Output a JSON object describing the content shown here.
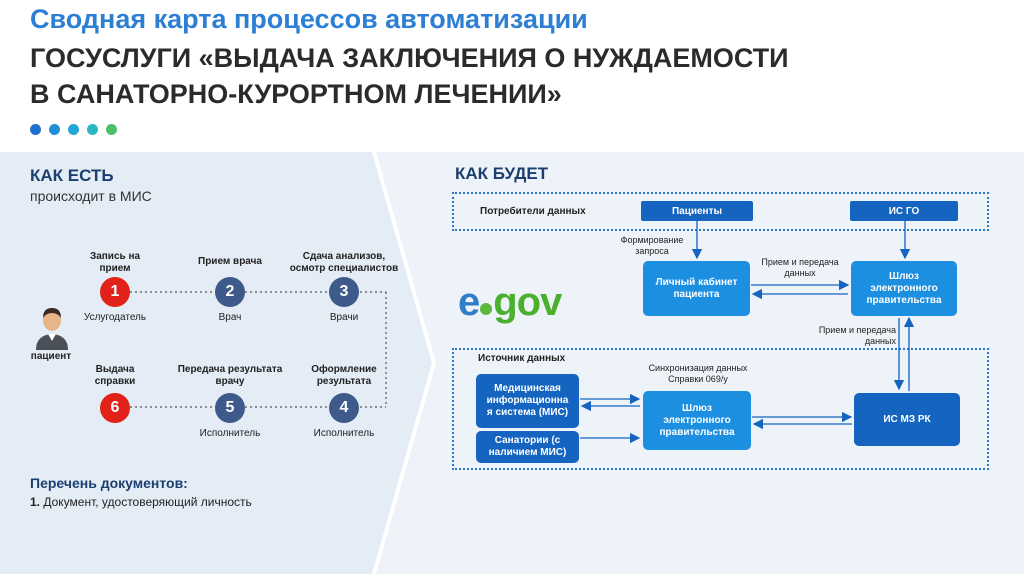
{
  "header": {
    "title_line1": "Сводная карта процессов автоматизации",
    "title_line2": "ГОСУСЛУГИ «ВЫДАЧА ЗАКЛЮЧЕНИЯ О НУЖДАЕМОСТИ",
    "title_line3": "В САНАТОРНО-КУРОРТНОМ ЛЕЧЕНИИ»",
    "dot_colors": [
      "#1e6fd0",
      "#1e8fd8",
      "#22a8d8",
      "#2ab8c0",
      "#4cbf6a"
    ]
  },
  "as_is": {
    "title": "КАК ЕСТЬ",
    "subtitle": "происходит в МИС",
    "actor": "пациент",
    "steps": [
      {
        "num": "1",
        "label_a": "Запись на",
        "label_b": "прием",
        "role": "Услугодатель",
        "color": "red"
      },
      {
        "num": "2",
        "label_a": "Прием врача",
        "label_b": "",
        "role": "Врач",
        "color": "blue"
      },
      {
        "num": "3",
        "label_a": "Сдача анализов,",
        "label_b": "осмотр специалистов",
        "role": "Врачи",
        "color": "blue"
      },
      {
        "num": "4",
        "label_a": "Оформление",
        "label_b": "результата",
        "role": "Исполнитель",
        "color": "blue"
      },
      {
        "num": "5",
        "label_a": "Передача результата",
        "label_b": "врачу",
        "role": "Исполнитель",
        "color": "blue"
      },
      {
        "num": "6",
        "label_a": "Выдача",
        "label_b": "справки",
        "role": "",
        "color": "red"
      }
    ],
    "docs_title": "Перечень документов:",
    "docs_item_num": "1.",
    "docs_item_text": " Документ, удостоверяющий личность"
  },
  "to_be": {
    "title": "КАК БУДЕТ",
    "consumers_label": "Потребители данных",
    "sources_label": "Источник данных",
    "patients": "Пациенты",
    "is_go": "ИС ГО",
    "cabinet_a": "Личный кабинет",
    "cabinet_b": "пациента",
    "gateway_a": "Шлюз",
    "gateway_b": "электронного",
    "gateway_c": "правительства",
    "mis_a": "Медицинская",
    "mis_b": "информационна",
    "mis_c": "я система (МИС)",
    "sanatorium_a": "Санатории (с",
    "sanatorium_b": "наличием МИС)",
    "is_mz": "ИС МЗ РК",
    "note_request_a": "Формирование",
    "note_request_b": "запроса",
    "note_transfer_a": "Прием и передача",
    "note_transfer_b": "данных",
    "note_transfer2_a": "Прием и передача",
    "note_transfer2_b": "данных",
    "note_sync_a": "Синхронизация данных",
    "note_sync_b": "Справки 069/у",
    "egov_e": "e",
    "egov_gov": "gov"
  }
}
